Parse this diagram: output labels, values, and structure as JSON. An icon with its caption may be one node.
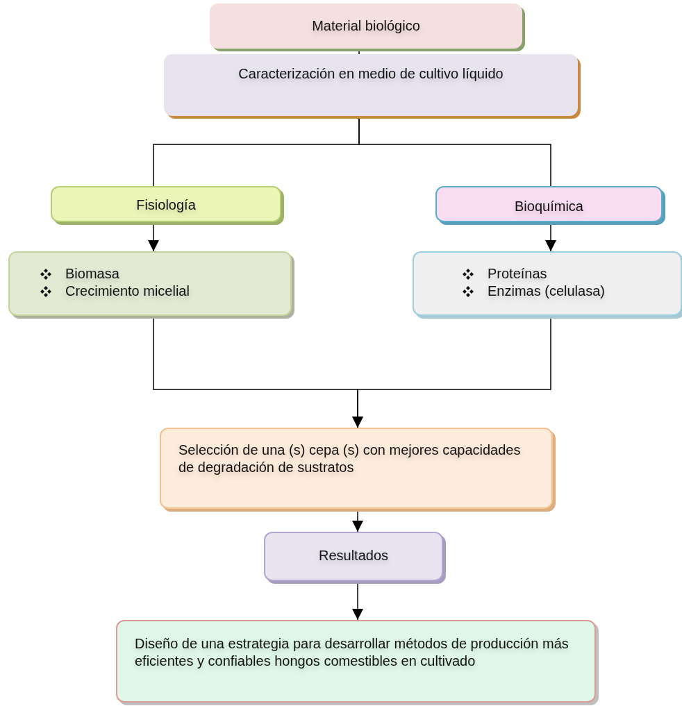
{
  "diagram": {
    "nodes": [
      {
        "text": [
          "Material biológico"
        ]
      },
      {
        "text": [
          "Caracterización en medio de cultivo líquido"
        ]
      },
      {
        "text": [
          "Fisiología"
        ]
      },
      {
        "text": [
          "Bioquímica"
        ]
      },
      {
        "text": [
          "Biomasa",
          "Crecimiento micelial"
        ]
      },
      {
        "text": [
          "Proteínas",
          "Enzimas (celulasa)"
        ]
      },
      {
        "text": [
          "Selección de una (s) cepa (s) con mejores capacidades  de degradación de sustratos"
        ]
      },
      {
        "text": [
          "Resultados"
        ]
      },
      {
        "text": [
          "Diseño de una estrategia para desarrollar métodos de producción más eficientes y confiables hongos comestibles en cultivado"
        ]
      }
    ],
    "edges": [
      {
        "from": 0,
        "to": 1,
        "arrow": "none"
      },
      {
        "from": 1,
        "to": 2,
        "arrow": "none"
      },
      {
        "from": 1,
        "to": 3,
        "arrow": "none"
      },
      {
        "from": 2,
        "to": 4,
        "arrow": "to"
      },
      {
        "from": 3,
        "to": 5,
        "arrow": "to"
      },
      {
        "from": 4,
        "to": 6,
        "arrow": "to"
      },
      {
        "from": 5,
        "to": 6,
        "arrow": "to"
      },
      {
        "from": 6,
        "to": 7,
        "arrow": "to"
      },
      {
        "from": 7,
        "to": 8,
        "arrow": "to"
      }
    ]
  }
}
